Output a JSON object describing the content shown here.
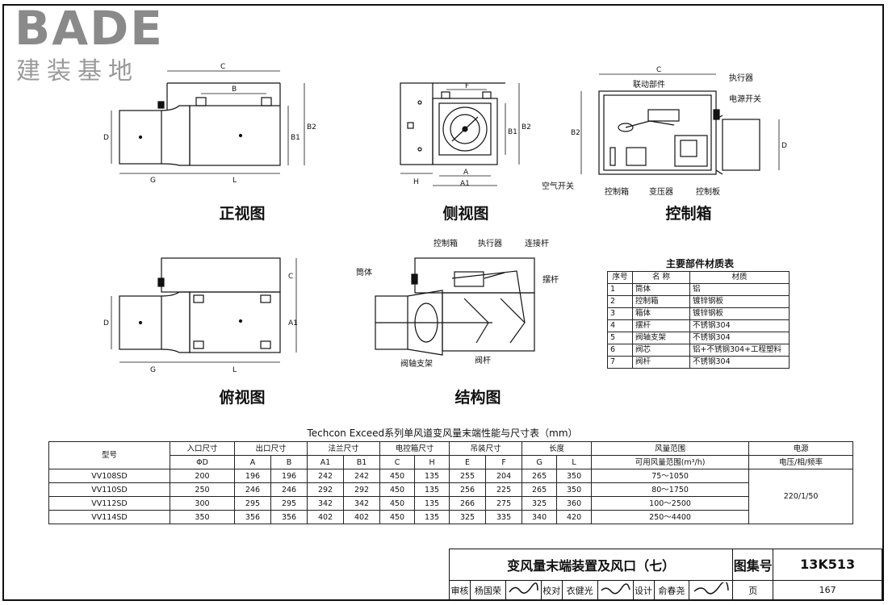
{
  "logo": {
    "text": "BADE",
    "subtitle": "建装基地"
  },
  "views": {
    "front": "正视图",
    "side": "侧视图",
    "control_box": "控制箱",
    "top": "俯视图",
    "structure": "结构图"
  },
  "dims": {
    "C": "C",
    "B": "B",
    "D": "D",
    "B1": "B1",
    "G": "G",
    "L": "L",
    "F": "F",
    "B2": "B2",
    "H": "H",
    "A": "A",
    "A1": "A1"
  },
  "control_labels": {
    "linkage": "联动部件",
    "actuator": "执行器",
    "power_switch": "电源开关",
    "air_switch": "空气开关",
    "ctrl_box": "控制箱",
    "transformer": "变压器",
    "ctrl_board": "控制板"
  },
  "structure_labels": {
    "ctrl_box": "控制箱",
    "actuator": "执行器",
    "link_rod": "连接杆",
    "body": "筒体",
    "swing_rod": "摆杆",
    "valve_bracket": "阀轴支架",
    "valve_rod": "阀杆"
  },
  "materials": {
    "title": "主要部件材质表",
    "headers": [
      "序号",
      "名 称",
      "材质"
    ],
    "rows": [
      [
        "1",
        "筒体",
        "铝"
      ],
      [
        "2",
        "控制箱",
        "镀锌钢板"
      ],
      [
        "3",
        "箱体",
        "镀锌钢板"
      ],
      [
        "4",
        "摆杆",
        "不锈钢304"
      ],
      [
        "5",
        "阀轴支架",
        "不锈钢304"
      ],
      [
        "6",
        "阀芯",
        "铝+不锈钢304+工程塑料"
      ],
      [
        "7",
        "阀杆",
        "不锈钢304"
      ]
    ]
  },
  "performance": {
    "title": "Techcon Exceed系列单风道变风量末端性能与尺寸表（mm）",
    "model_header": "型号",
    "groups": [
      "入口尺寸",
      "出口尺寸",
      "法兰尺寸",
      "电控箱尺寸",
      "吊装尺寸",
      "长度",
      "风量范围",
      "电源"
    ],
    "subheaders": [
      "ΦD",
      "A",
      "B",
      "A1",
      "B1",
      "C",
      "H",
      "E",
      "F",
      "G",
      "L",
      "可用风量范围(m³/h)",
      "电压/相/频率"
    ],
    "rows": [
      [
        "VV108SD",
        "200",
        "196",
        "196",
        "242",
        "242",
        "450",
        "135",
        "255",
        "204",
        "265",
        "350",
        "75～1050"
      ],
      [
        "VV110SD",
        "250",
        "246",
        "246",
        "292",
        "292",
        "450",
        "135",
        "256",
        "225",
        "265",
        "350",
        "80～1750"
      ],
      [
        "VV112SD",
        "300",
        "295",
        "295",
        "342",
        "342",
        "450",
        "135",
        "266",
        "275",
        "325",
        "360",
        "100～2500"
      ],
      [
        "VV114SD",
        "350",
        "356",
        "356",
        "402",
        "402",
        "450",
        "135",
        "325",
        "335",
        "340",
        "420",
        "250～4400"
      ]
    ],
    "power": "220/1/50"
  },
  "title_block": {
    "title": "变风量末端装置及风口（七）",
    "atlas_label": "图集号",
    "atlas_no": "13K513",
    "review_label": "审核",
    "reviewer": "杨国荣",
    "check_label": "校对",
    "checker": "衣健光",
    "design_label": "设计",
    "designer": "俞春尧",
    "page_label": "页",
    "page_no": "167"
  }
}
